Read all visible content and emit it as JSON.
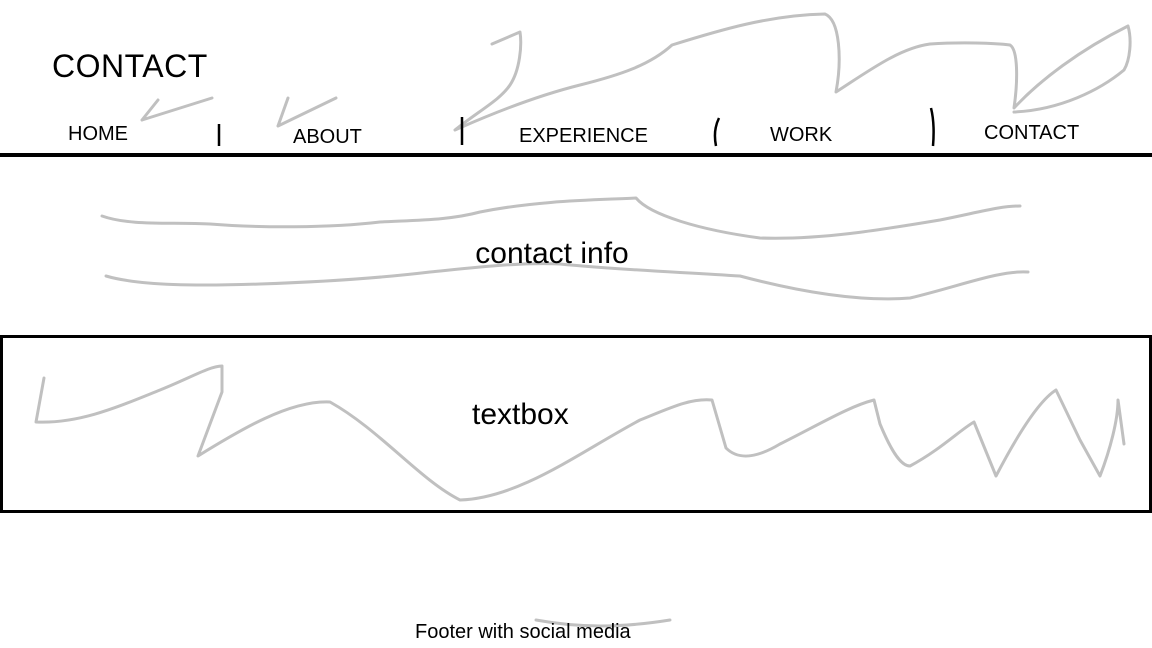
{
  "page": {
    "title": "CONTACT"
  },
  "nav": {
    "items": [
      {
        "label": "HOME"
      },
      {
        "label": "ABOUT"
      },
      {
        "label": "EXPERIENCE"
      },
      {
        "label": "WORK"
      },
      {
        "label": "CONTACT"
      }
    ]
  },
  "main": {
    "contact_info_label": "contact info",
    "textbox_label": "textbox"
  },
  "footer": {
    "label": "Footer with social media"
  },
  "colors": {
    "ink": "#000000",
    "sketch_gray": "#c0c0c0",
    "background": "#ffffff"
  }
}
